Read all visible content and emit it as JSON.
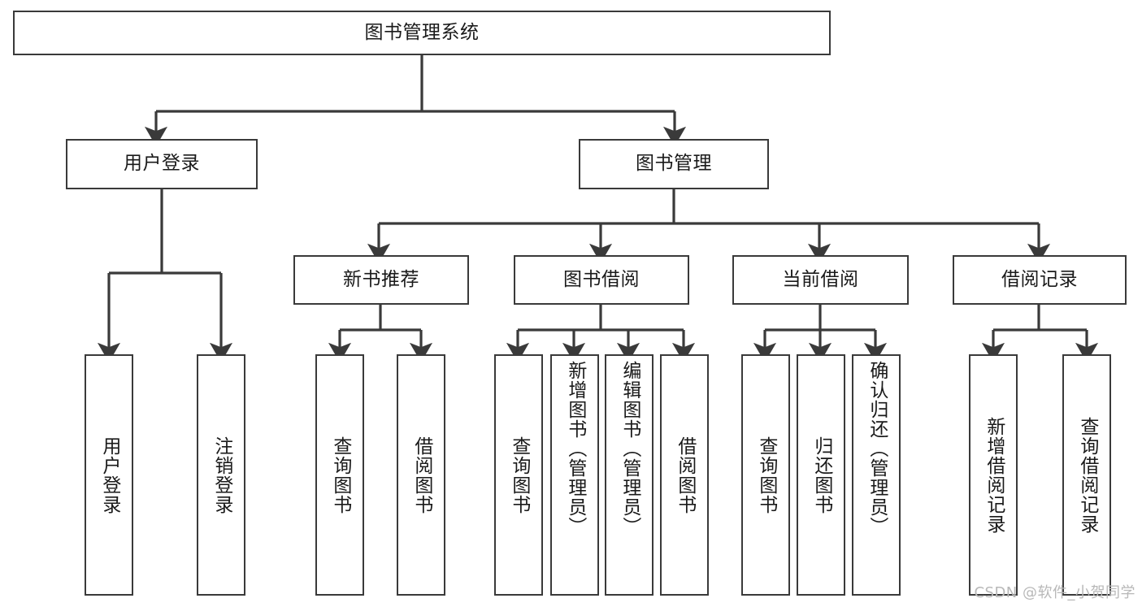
{
  "diagram": {
    "type": "tree-hierarchy",
    "title": "图书管理系统",
    "watermark": "CSDN @软件_小贺同学",
    "colors": {
      "border": "#3a3a3a",
      "background": "#ffffff",
      "text": "#1a1a1a",
      "watermark": "#b8b8b8"
    },
    "nodes": {
      "root": {
        "label": "图书管理系统",
        "level": 1
      },
      "l2": [
        {
          "id": "user-login",
          "label": "用户登录",
          "level": 2
        },
        {
          "id": "book-manage",
          "label": "图书管理",
          "level": 2
        }
      ],
      "l3": [
        {
          "id": "new-book-rec",
          "label": "新书推荐",
          "level": 3
        },
        {
          "id": "book-borrow",
          "label": "图书借阅",
          "level": 3
        },
        {
          "id": "current-borrow",
          "label": "当前借阅",
          "level": 3
        },
        {
          "id": "borrow-record",
          "label": "借阅记录",
          "level": 3
        }
      ],
      "leaves": {
        "user-login": [
          {
            "id": "leaf-user-login",
            "label": "用户登录"
          },
          {
            "id": "leaf-logout-login",
            "label": "注销登录"
          }
        ],
        "new-book-rec": [
          {
            "id": "leaf-query-book-1",
            "label": "查询图书"
          },
          {
            "id": "leaf-borrow-book-1",
            "label": "借阅图书"
          }
        ],
        "book-borrow": [
          {
            "id": "leaf-query-book-2",
            "label": "查询图书"
          },
          {
            "id": "leaf-add-book",
            "label": "新增图书（管理员）"
          },
          {
            "id": "leaf-edit-book",
            "label": "编辑图书（管理员）"
          },
          {
            "id": "leaf-borrow-book-2",
            "label": "借阅图书"
          }
        ],
        "current-borrow": [
          {
            "id": "leaf-query-book-3",
            "label": "查询图书"
          },
          {
            "id": "leaf-return-book",
            "label": "归还图书"
          },
          {
            "id": "leaf-confirm-return",
            "label": "确认归还（管理员）"
          }
        ],
        "borrow-record": [
          {
            "id": "leaf-add-record",
            "label": "新增借阅记录"
          },
          {
            "id": "leaf-query-record",
            "label": "查询借阅记录"
          }
        ]
      }
    }
  }
}
